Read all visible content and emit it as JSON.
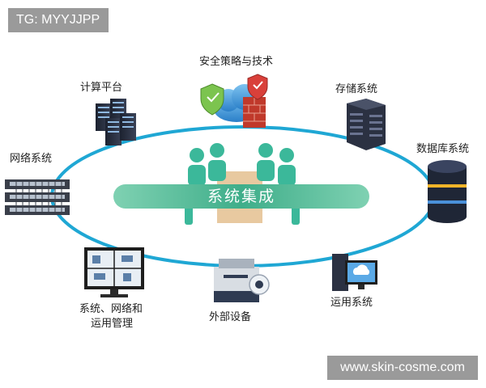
{
  "watermarks": {
    "top_left": "TG: MYYJJPP",
    "bottom_right": "www.skin-cosme.com"
  },
  "center_label": "系统集成",
  "nodes": {
    "security": "安全策略与技术",
    "compute": "计算平台",
    "storage": "存储系统",
    "network": "网络系统",
    "database": "数据库系统",
    "mgmt_line1": "系统、网络和",
    "mgmt_line2": "运用管理",
    "peripheral": "外部设备",
    "application": "运用系统"
  },
  "colors": {
    "ring": "#1fa7d4",
    "bar": "#3fae8a",
    "people": "#3bb89a",
    "table": "#e8c9a0"
  },
  "icons": [
    "shield-cloud-icon",
    "server-cluster-icon",
    "server-rack-icon",
    "network-switch-icon",
    "database-icon",
    "monitor-icon",
    "printer-icon",
    "application-server-icon"
  ]
}
